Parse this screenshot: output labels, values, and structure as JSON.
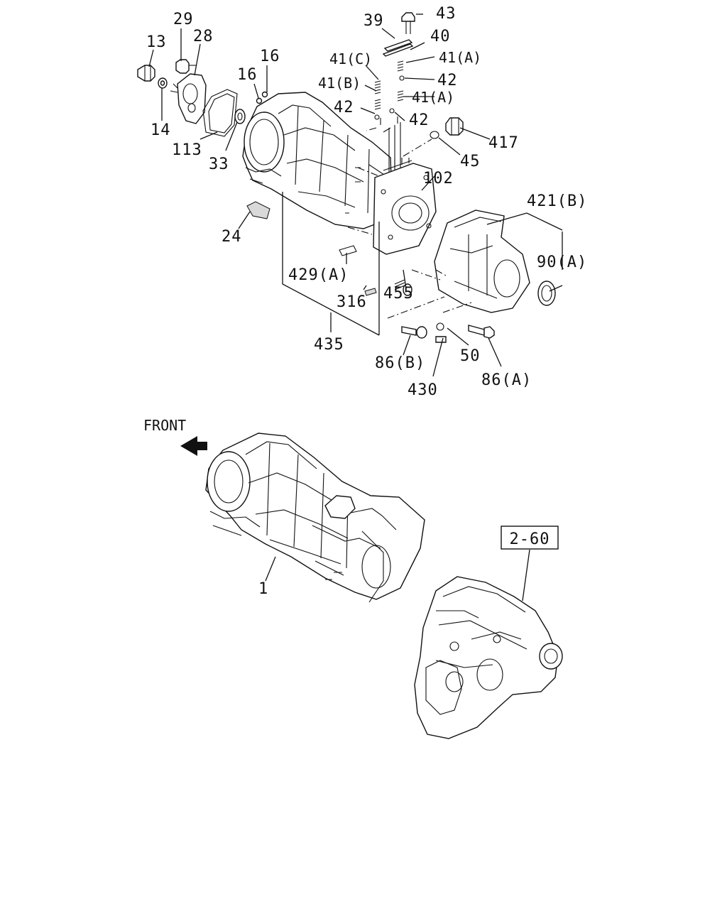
{
  "front_label": "FRONT",
  "ref_box": "2-60",
  "callouts": {
    "c43": "43",
    "c39": "39",
    "c40": "40",
    "c29": "29",
    "c28": "28",
    "c13": "13",
    "c16a": "16",
    "c16b": "16",
    "c41c": "41(C)",
    "c41a1": "41(A)",
    "c41b": "41(B)",
    "c42a": "42",
    "c41a2": "41(A)",
    "c42b": "42",
    "c42c": "42",
    "c14": "14",
    "c113": "113",
    "c33": "33",
    "c417": "417",
    "c45": "45",
    "c102": "102",
    "c421b": "421(B)",
    "c24": "24",
    "c90a": "90(A)",
    "c429a": "429(A)",
    "c455": "455",
    "c316": "316",
    "c435": "435",
    "c50": "50",
    "c86b": "86(B)",
    "c86a": "86(A)",
    "c430": "430",
    "c1": "1"
  }
}
